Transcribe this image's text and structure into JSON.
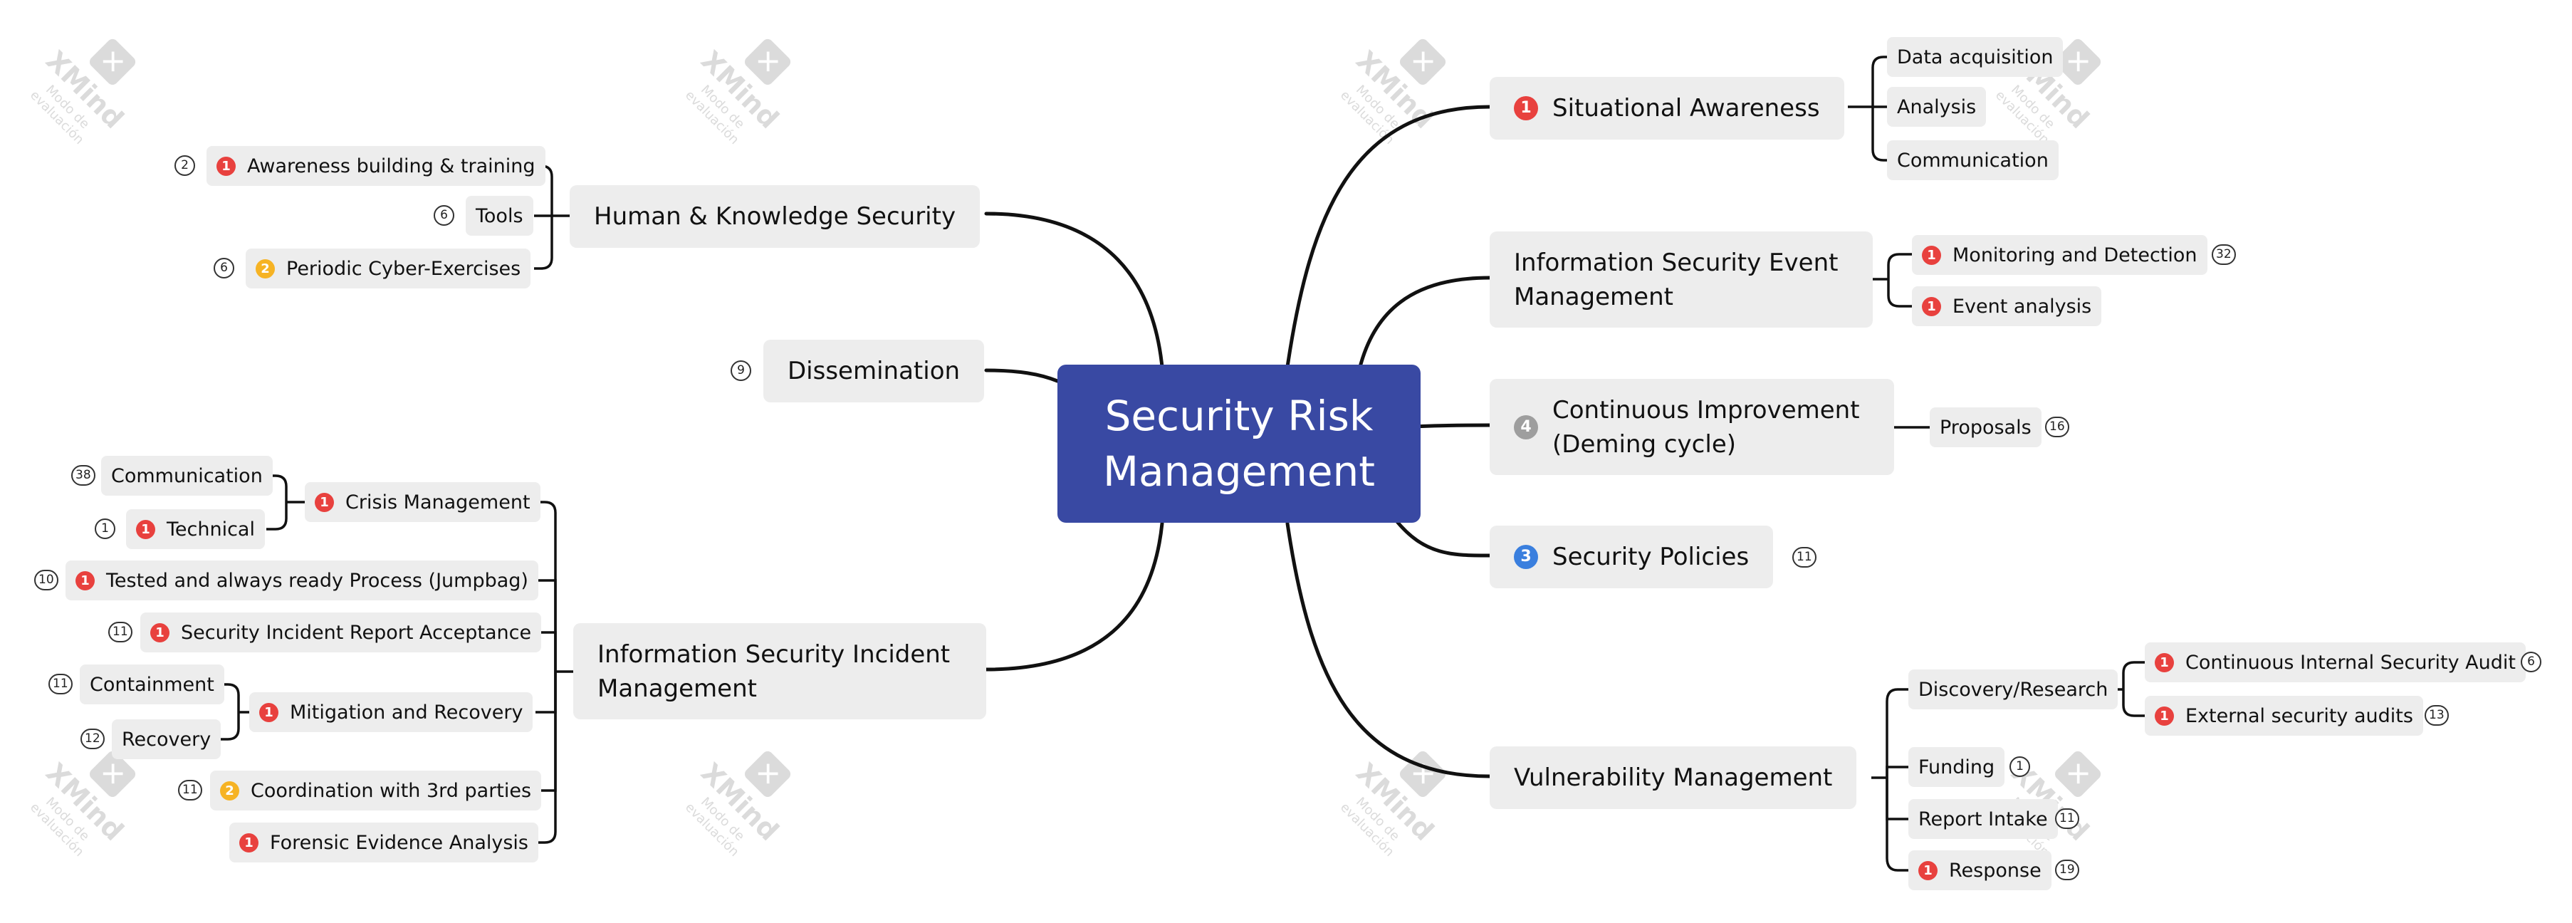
{
  "center": {
    "label": "Security Risk Management"
  },
  "watermark": {
    "brand": "XMind",
    "note": "Modo de evaluación"
  },
  "colors": {
    "center": "#3949a3",
    "priority_1": "#e8413e",
    "priority_2": "#f6b324",
    "priority_3": "#3a7fde",
    "priority_4": "#9e9e9e",
    "topic_bg": "#ededed",
    "line": "#111111"
  },
  "right": {
    "situational": {
      "priority": "1",
      "label": "Situational Awareness",
      "children": [
        {
          "label": "Data acquisition"
        },
        {
          "label": "Analysis"
        },
        {
          "label": "Communication"
        }
      ]
    },
    "event_mgmt": {
      "label": "Information Security Event Management",
      "children": [
        {
          "priority": "1",
          "label": "Monitoring and Detection",
          "count": "32"
        },
        {
          "priority": "1",
          "label": "Event analysis"
        }
      ]
    },
    "continuous": {
      "priority": "4",
      "label": "Continuous Improvement (Deming cycle)",
      "children": [
        {
          "label": "Proposals",
          "count": "16"
        }
      ]
    },
    "policies": {
      "priority": "3",
      "label": "Security Policies",
      "count": "11"
    },
    "vulnerability": {
      "label": "Vulnerability Management",
      "children": [
        {
          "label": "Discovery/Research",
          "children": [
            {
              "priority": "1",
              "label": "Continuous Internal Security Audit",
              "count": "6"
            },
            {
              "priority": "1",
              "label": "External security audits",
              "count": "13"
            }
          ]
        },
        {
          "label": "Funding",
          "count": "1"
        },
        {
          "label": "Report Intake",
          "count": "11"
        },
        {
          "priority": "1",
          "label": "Response",
          "count": "19"
        }
      ]
    }
  },
  "left": {
    "human": {
      "label": "Human & Knowledge Security",
      "children": [
        {
          "priority": "1",
          "label": "Awareness building & training",
          "count": "2"
        },
        {
          "label": "Tools",
          "count": "6"
        },
        {
          "priority": "2",
          "label": "Periodic Cyber-Exercises",
          "count": "6"
        }
      ]
    },
    "dissemination": {
      "label": "Dissemination",
      "count": "9"
    },
    "incident": {
      "label": "Information Security Incident Management",
      "children": [
        {
          "priority": "1",
          "label": "Crisis Management",
          "children": [
            {
              "label": "Communication",
              "count": "38"
            },
            {
              "priority": "1",
              "label": "Technical",
              "count": "1"
            }
          ]
        },
        {
          "priority": "1",
          "label": "Tested and always ready Process (Jumpbag)",
          "count": "10"
        },
        {
          "priority": "1",
          "label": "Security Incident Report Acceptance",
          "count": "11"
        },
        {
          "priority": "1",
          "label": "Mitigation and Recovery",
          "children": [
            {
              "label": "Containment",
              "count": "11"
            },
            {
              "label": "Recovery",
              "count": "12"
            }
          ]
        },
        {
          "priority": "2",
          "label": "Coordination with 3rd parties",
          "count": "11"
        },
        {
          "priority": "1",
          "label": "Forensic Evidence Analysis"
        }
      ]
    }
  }
}
